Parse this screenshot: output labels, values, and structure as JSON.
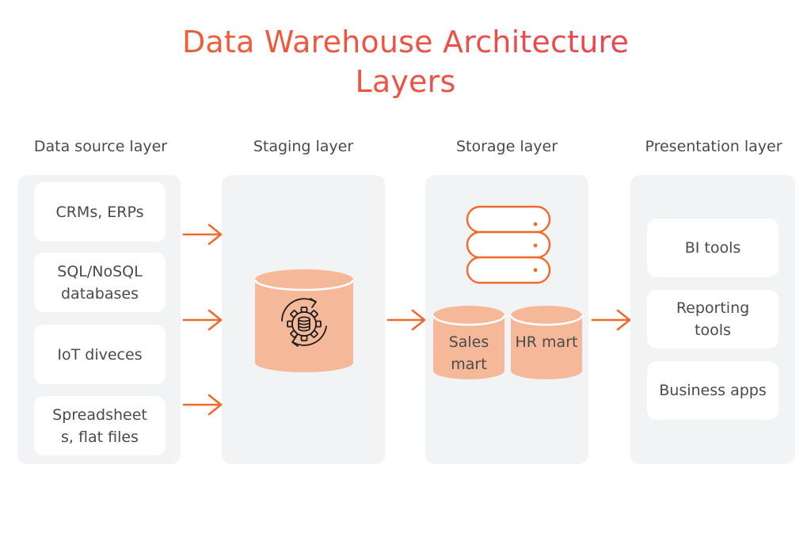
{
  "title": {
    "line1": "Data Warehouse Architecture",
    "line2": "Layers"
  },
  "columns": [
    {
      "label": "Data source layer"
    },
    {
      "label": "Staging layer"
    },
    {
      "label": "Storage layer"
    },
    {
      "label": "Presentation layer"
    }
  ],
  "sources": [
    "CRMs, ERPs",
    "SQL/NoSQL databases",
    "IoT diveces",
    "Spreadsheets, flat files"
  ],
  "storage": {
    "marts": [
      "Sales mart",
      "HR mart"
    ]
  },
  "presentation": [
    "BI tools",
    "Reporting tools",
    "Business apps"
  ],
  "icons": {
    "staging": "gear-database-cycle-icon",
    "storage": "server-stack-icon",
    "arrow": "arrow-right-icon"
  },
  "colors": {
    "accent": "#f06a2d",
    "title_gradient_end": "#ea3b5b",
    "cylinder_fill": "#f5b99a",
    "panel": "#f2f3f5",
    "card": "#ffffff",
    "text": "#4a4a4a"
  }
}
